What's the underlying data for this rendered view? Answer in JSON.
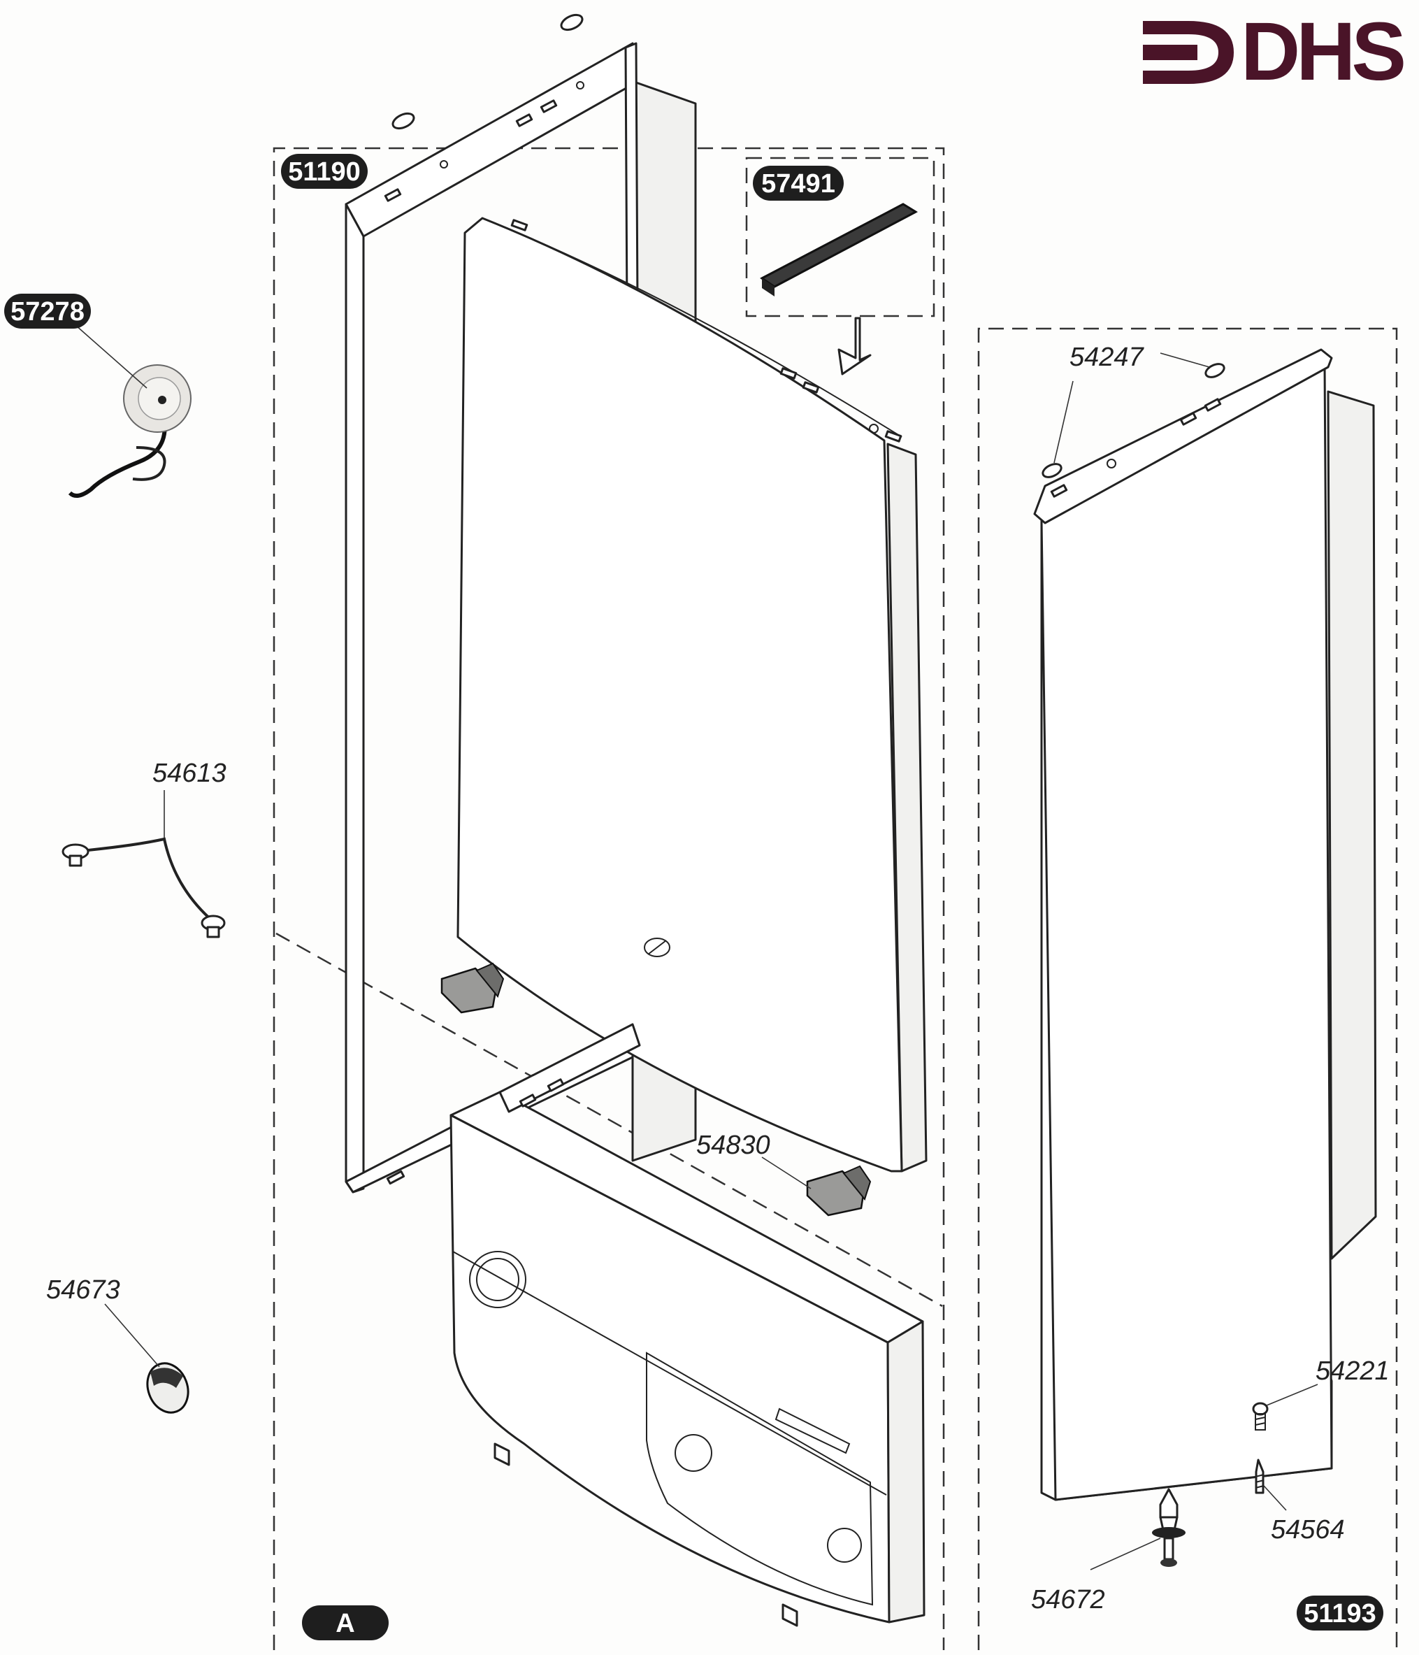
{
  "logo": {
    "text": "DHS"
  },
  "assemblies": [
    {
      "id": "51190",
      "style": "badge"
    },
    {
      "id": "51193",
      "style": "badge"
    },
    {
      "id": "A",
      "style": "badge"
    },
    {
      "id": "57491",
      "style": "badge"
    },
    {
      "id": "57278",
      "style": "badge"
    }
  ],
  "parts": [
    {
      "id": "54247",
      "style": "italic"
    },
    {
      "id": "54613",
      "style": "italic"
    },
    {
      "id": "54830",
      "style": "italic"
    },
    {
      "id": "54673",
      "style": "italic"
    },
    {
      "id": "54221",
      "style": "italic"
    },
    {
      "id": "54564",
      "style": "italic"
    },
    {
      "id": "54672",
      "style": "italic"
    }
  ],
  "colors": {
    "logo": "#4a1428",
    "badge": "#1e1e1e",
    "line": "#222222",
    "paper": "#fdfdfc"
  }
}
